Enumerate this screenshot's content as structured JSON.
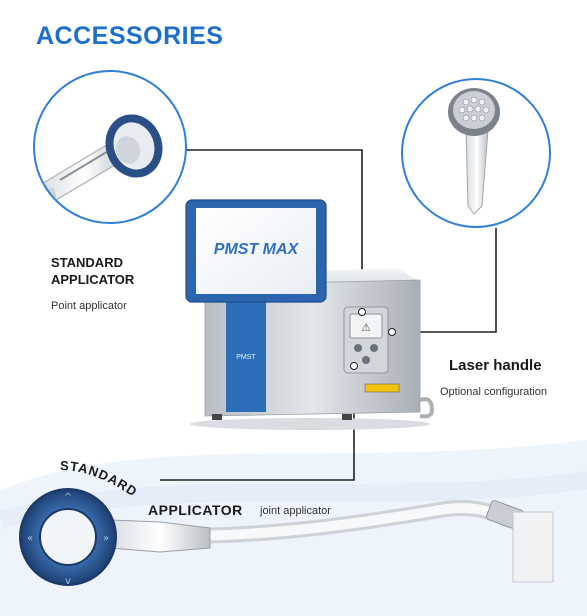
{
  "header": {
    "title": "ACCESSORIES"
  },
  "device": {
    "screen_logo": "PMST MAX",
    "front_logo": "PMST"
  },
  "standard_applicator_top": {
    "line1": "STANDARD",
    "line2": "APPLICATOR",
    "caption": "Point applicator"
  },
  "laser_handle": {
    "label": "Laser handle",
    "caption": "Optional configuration"
  },
  "standard_applicator_bottom": {
    "word1": "STANDARD",
    "word2": "APPLICATOR",
    "caption": "joint applicator"
  },
  "colors": {
    "accent": "#1d6fcc",
    "circle_border": "#2f7fd8",
    "device_blue": "#2c6fb8"
  }
}
